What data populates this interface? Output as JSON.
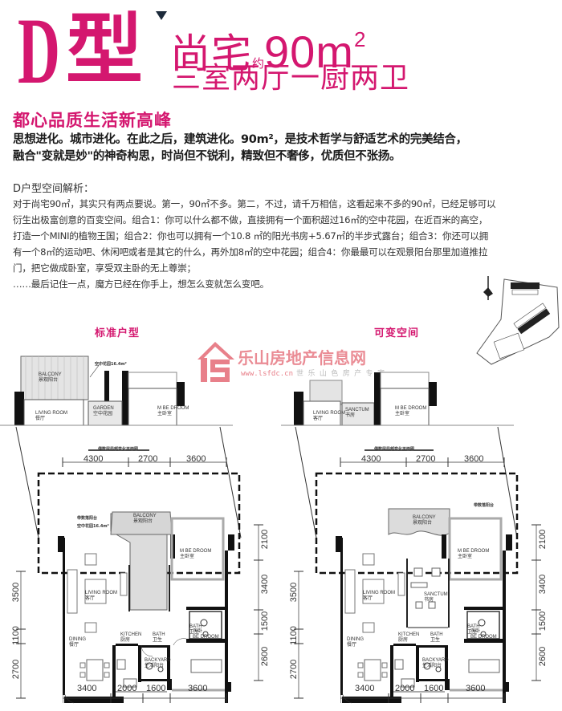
{
  "header": {
    "type_letter": "D",
    "type_char": "型",
    "title_prefix": "尚宅",
    "approx": "约",
    "area_value": "90m",
    "area_sup": "2",
    "layout": "三室两厅一厨两卫",
    "accent_color": "#d4176f"
  },
  "tagline": "都心品质生活新高峰",
  "intro": {
    "line1": "思想进化。城市进化。在此之后，建筑进化。90m²，是技术哲学与舒适艺术的完美结合，",
    "line2": "融合\"变就是妙\"的神奇构思，时尚但不锐利，精致但不奢侈，优质但不张扬。"
  },
  "analysis": {
    "heading": "D户型空间解析：",
    "lines": [
      "对于尚宅90㎡，其实只有两点要说。第一，90㎡不多。第二，不过，请千万相信，这看起来不多的90㎡，已经足够可以",
      "衍生出极富创意的百变空间。组合1：你可以什么都不做，直接拥有一个面积超过16㎡的空中花园，在近百米的高空，",
      "打造一个MINI的植物王国；组合2：你也可以拥有一个10.8 ㎡的阳光书房+5.67㎡的半步式露台；组合3：你还可以拥",
      "有一个8㎡的运动吧、休闲吧或者是其它的什么，再外加8㎡的空中花园；组合4：你最最可以在观景阳台那里加道推拉",
      "门，把它做成卧室，享受双主卧的无上尊崇；",
      "……最后记住一点，魔方已经在你手上，想怎么变就怎么变吧。"
    ]
  },
  "watermark": {
    "name": "乐山房地产信息网",
    "url": "www.lsfdc.cn",
    "slogan": "世 乐 山 色 房 产 专 家"
  },
  "plans": [
    {
      "title": "标准户型",
      "upper_rooms": {
        "balcony": "BALCONY",
        "balcony_cn": "景观阳台",
        "garden": "GARDEN",
        "garden_cn": "空中花园",
        "garden_note": "空中花园16.4m²",
        "living": "LIVING ROOM",
        "living_cn": "餐厅",
        "master": "M BE DROOM",
        "master_cn": "主卧室"
      },
      "section_label": "偶数层局部变化平面图",
      "top_dims": [
        "4300",
        "2700",
        "3600"
      ],
      "left_dims": [
        "3500",
        "1100",
        "2700"
      ],
      "right_dims": [
        "2100",
        "3400",
        "1500",
        "2600"
      ],
      "bottom_dims": [
        "3400",
        "2000",
        "1600",
        "3600"
      ],
      "rooms": {
        "balcony": "BALCONY",
        "balcony_cn": "景观阳台",
        "note1": "带数落阳台",
        "note2": "空中花园16.4m²",
        "master": "M BE DROOM",
        "master_cn": "主卧室",
        "living": "LIVING ROOM",
        "living_cn": "客厅",
        "bath1": "BATH",
        "bath1_cn": "卫生",
        "dining": "DINING",
        "dining_cn": "餐厅",
        "kitchen": "KITCHEN",
        "kitchen_cn": "厨房",
        "bath2": "BATH",
        "bath2_cn": "卫生",
        "bedroom": "BE DROOM",
        "bedroom_cn": "次卧",
        "backyard": "BACKYARD",
        "backyard_cn": "生活阳台"
      }
    },
    {
      "title": "可变空间",
      "upper_rooms": {
        "living": "LIVING ROOM",
        "living_cn": "客厅",
        "sanctum": "SANCTUM",
        "sanctum_cn": "书房",
        "master": "M BE DROOM",
        "master_cn": "主卧室"
      },
      "section_label": "偶数层局部变化平面图",
      "top_dims": [
        "4300",
        "2700",
        "3600"
      ],
      "left_dims": [
        "3500",
        "1100",
        "2700"
      ],
      "right_dims": [
        "2100",
        "3400",
        "1500",
        "2600"
      ],
      "bottom_dims": [
        "3400",
        "2000",
        "1600",
        "3600"
      ],
      "rooms": {
        "balcony": "BALCONY",
        "balcony_cn": "景观阳台",
        "note1": "带数落阳台",
        "master": "M BE DROOM",
        "master_cn": "主卧室",
        "living": "LIVING ROOM",
        "living_cn": "客厅",
        "sanctum": "SANCTUM",
        "sanctum_cn": "书房",
        "bath1": "BATH",
        "bath1_cn": "卫生",
        "dining": "DINING",
        "dining_cn": "餐厅",
        "kitchen": "KITCHEN",
        "kitchen_cn": "厨房",
        "bath2": "BATH",
        "bath2_cn": "卫生",
        "bedroom": "BE DROOM",
        "bedroom_cn": "次卧",
        "backyard": "BACKYARD",
        "backyard_cn": "生活阳台"
      }
    }
  ]
}
